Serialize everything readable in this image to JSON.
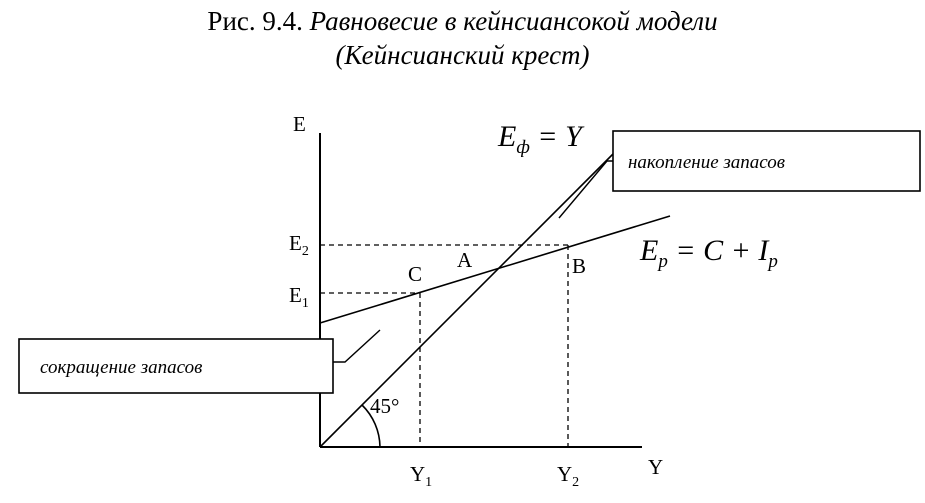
{
  "figure": {
    "title_prefix": "Рис. 9.4.",
    "title_main": "Равновесие в кейнсиансокой модели",
    "subtitle": "(Кейнсианский крест)"
  },
  "axes": {
    "y_label": "E",
    "x_label": "Y"
  },
  "levels": {
    "e1": "E",
    "e1_sub": "1",
    "e2": "E",
    "e2_sub": "2",
    "y1": "Y",
    "y1_sub": "1",
    "y2": "Y",
    "y2_sub": "2"
  },
  "points": {
    "a": "A",
    "b": "B",
    "c": "C"
  },
  "lines": {
    "actual_E": "E",
    "actual_sub": "ф",
    "actual_rhs": " = Y",
    "planned_E": "E",
    "planned_sub": "p",
    "planned_rhs": " = C + I",
    "planned_rhs_sub": "p"
  },
  "angle_label": "45°",
  "callouts": {
    "accumulation": "накопление запасов",
    "reduction": "сокращение запасов"
  }
}
